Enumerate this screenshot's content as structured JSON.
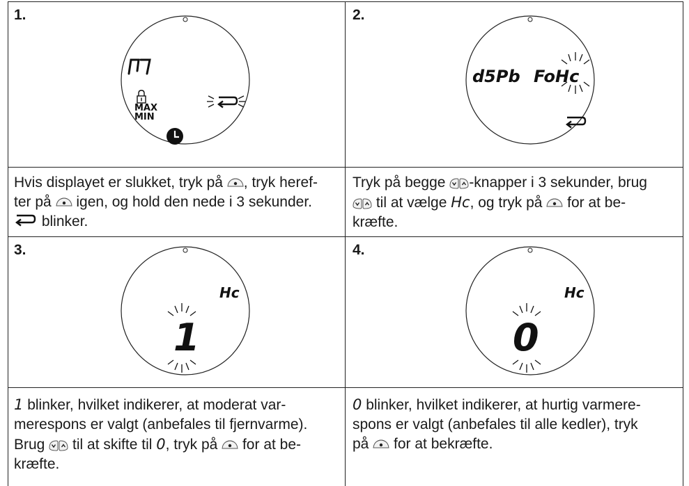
{
  "steps": [
    {
      "number": "1.",
      "display": {
        "mode_text": "M",
        "lock_label_max": "MAX",
        "lock_label_min": "MIN"
      },
      "caption_parts": [
        "Hvis displayet er slukket, tryk på ",
        ", tryk heref-",
        "ter på ",
        " igen, og hold den nede i 3 sekunder.",
        " blinker."
      ]
    },
    {
      "number": "2.",
      "display": {
        "left_text": "d5Pb",
        "right_text": "FoHc"
      },
      "caption_parts": [
        "Tryk på begge ",
        "-knapper i 3 sekunder, brug",
        " til at vælge ",
        "Hc",
        ", og tryk på ",
        " for at be-",
        "kræfte."
      ]
    },
    {
      "number": "3.",
      "display": {
        "code_text": "Hc",
        "value_text": "1"
      },
      "caption_parts": [
        "1",
        " blinker, hvilket indikerer, at moderat var-",
        "merespons er valgt (anbefales til fjernvarme).",
        "Brug ",
        " til at skifte til ",
        "0",
        ", tryk på ",
        " for at be-",
        "kræfte."
      ]
    },
    {
      "number": "4.",
      "display": {
        "code_text": "Hc",
        "value_text": "0"
      },
      "caption_parts": [
        "0",
        " blinker, hvilket indikerer, at hurtig varmere-",
        "spons er valgt (anbefales til alle kedler), tryk",
        "på ",
        " for at bekræfte."
      ]
    }
  ],
  "icons": {
    "ok_button": "ok-button-icon",
    "updown_buttons": "up-down-buttons-icon",
    "return_arrow": "return-arrow-icon",
    "lock": "lock-icon",
    "clock": "clock-icon"
  },
  "colors": {
    "line": "#222222",
    "text": "#1a1a1a",
    "background": "#ffffff"
  }
}
